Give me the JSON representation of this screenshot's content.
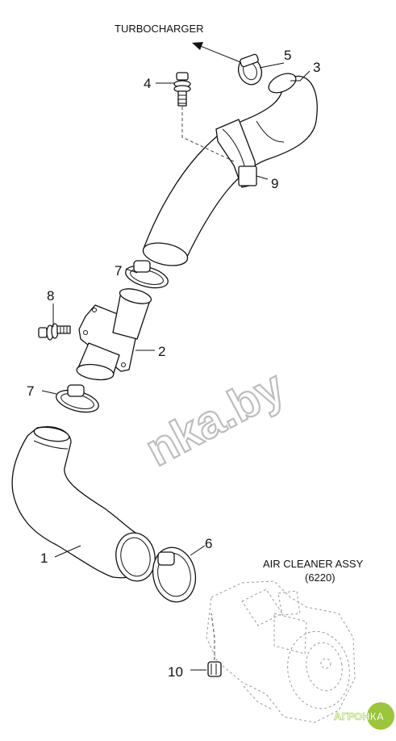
{
  "labels": {
    "turbocharger": "TURBOCHARGER",
    "air_cleaner": "AIR CLEANER ASSY",
    "air_cleaner_code": "(6220)"
  },
  "callouts": {
    "n1": "1",
    "n2": "2",
    "n3": "3",
    "n4": "4",
    "n5": "5",
    "n6": "6",
    "n7a": "7",
    "n7b": "7",
    "n8": "8",
    "n9": "9",
    "n10": "10"
  },
  "watermark": "nka.by",
  "logo": {
    "text": "АГРОНКА",
    "color": "#9bc53d"
  }
}
